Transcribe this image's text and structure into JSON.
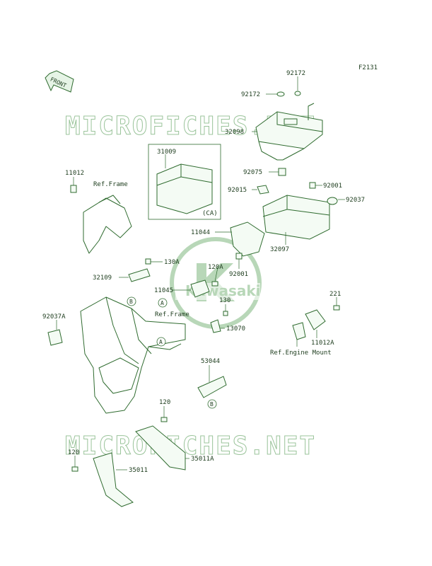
{
  "figure_code": "F2131",
  "front_label": "FRONT",
  "watermark": "MICROFICHES.NET",
  "logo_text": "Kawasaki",
  "part_numbers": {
    "p92172_top": "92172",
    "p92172_left": "92172",
    "p32098": "32098",
    "p31009": "31009",
    "ca": "(CA)",
    "p92075": "92075",
    "p92015": "92015",
    "p92001_top": "92001",
    "p92037": "92037",
    "p11044": "11044",
    "p32097": "32097",
    "p11012": "11012",
    "ref_frame_1": "Ref.Frame",
    "p32109": "32109",
    "p130A": "130A",
    "p120A": "120A",
    "p92001_mid": "92001",
    "p11045": "11045",
    "ref_frame_2": "Ref.Frame",
    "p130": "130",
    "p13070": "13070",
    "p221": "221",
    "p11012A": "11012A",
    "ref_engine_mount": "Ref.Engine Mount",
    "p92037A": "92037A",
    "p53044": "53044",
    "p120_mid": "120",
    "p120_left": "120",
    "p35011": "35011",
    "p35011A": "35011A"
  },
  "callouts": {
    "a1": "A",
    "a2": "A",
    "b1": "B",
    "b2": "B"
  },
  "colors": {
    "line": "#2f6b2f",
    "watermark": "#9bc49b",
    "text": "#1e3d1e"
  }
}
